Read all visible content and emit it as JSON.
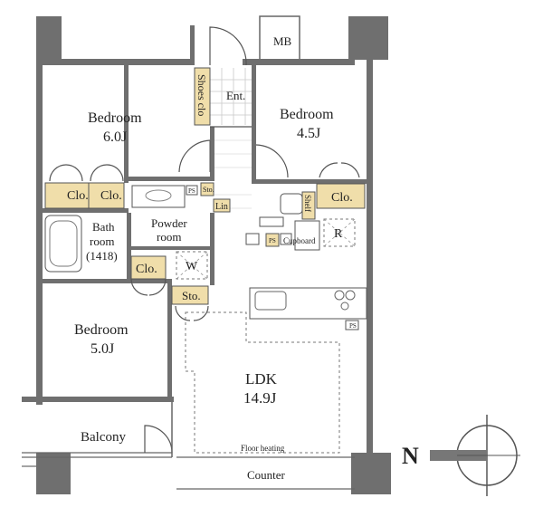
{
  "rooms": {
    "mb": "MB",
    "entrance": "Ent.",
    "shoes_closet": "Shoes clo",
    "bedroom_a_name": "Bedroom",
    "bedroom_a_size": "6.0J",
    "bedroom_b_name": "Bedroom",
    "bedroom_b_size": "4.5J",
    "bedroom_c_name": "Bedroom",
    "bedroom_c_size": "5.0J",
    "closet": "Clo.",
    "storage": "Sto.",
    "linen": "Lin",
    "powder_room_1": "Powder",
    "powder_room_2": "room",
    "washer": "W",
    "bath_1": "Bath",
    "bath_2": "room",
    "bath_3": "(1418)",
    "ps": "PS",
    "shelf": "Shelf",
    "cupboard": "Cupboard",
    "refrigerator": "R",
    "ldk_name": "LDK",
    "ldk_size": "14.9J",
    "floor_heating": "Floor heating",
    "balcony": "Balcony",
    "counter": "Counter"
  },
  "compass": {
    "label": "N",
    "pointing": "west"
  },
  "colors": {
    "wall": "#6f6f6f",
    "storage_fill": "#f0deaa",
    "background": "#ffffff"
  }
}
